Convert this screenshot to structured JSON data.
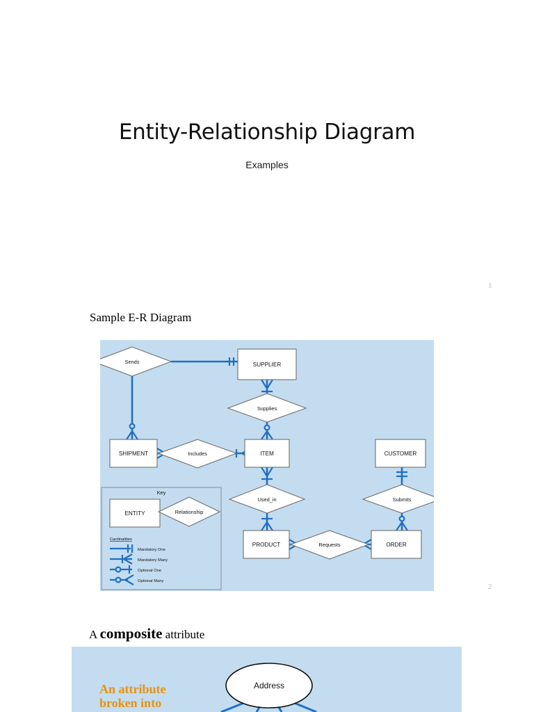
{
  "slide1": {
    "title": "Entity-Relationship Diagram",
    "subtitle": "Examples",
    "page_number": "1"
  },
  "slide2": {
    "heading": "Sample E-R Diagram",
    "page_number": "2",
    "panel_color": "#c3dcf0",
    "line_color": "#1f6fc4",
    "entities": [
      {
        "name": "SUPPLIER"
      },
      {
        "name": "SHIPMENT"
      },
      {
        "name": "ITEM"
      },
      {
        "name": "CUSTOMER"
      },
      {
        "name": "PRODUCT"
      },
      {
        "name": "ORDER"
      }
    ],
    "relationships": [
      {
        "name": "Sends"
      },
      {
        "name": "Supplies"
      },
      {
        "name": "Includes"
      },
      {
        "name": "Used_in"
      },
      {
        "name": "Submits"
      },
      {
        "name": "Requests"
      }
    ],
    "key": {
      "title": "Key",
      "entity_label": "ENTITY",
      "relationship_label": "Relationship",
      "cardinalities_title": "Cardinalities",
      "cardinalities": [
        {
          "label": "Mandatory One"
        },
        {
          "label": "Mandatory Many"
        },
        {
          "label": "Optional One"
        },
        {
          "label": "Optional Many"
        }
      ]
    }
  },
  "slide3": {
    "heading_prefix": "A ",
    "heading_bold": "composite",
    "heading_suffix": " attribute",
    "panel_color": "#c3dcf0",
    "callout_text": "An attribute broken into",
    "callout_color": "#E8920C",
    "attribute_name": "Address"
  }
}
